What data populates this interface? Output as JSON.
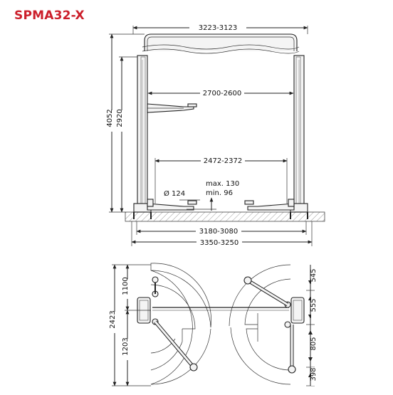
{
  "title": "SPMA32-X",
  "colors": {
    "title": "#cc1f2b",
    "lines": "#222222",
    "floor_hatch": "#9a9a9a"
  },
  "front_view": {
    "dimensions": {
      "overall_width_top": "3223-3123",
      "column_inner_width": "2700-2600",
      "arm_inner_width": "2472-2372",
      "base_width_inner": "3180-3080",
      "base_width_outer": "3350-3250",
      "overall_height": "4052",
      "column_height": "2920",
      "pad_diameter": "Ø 124",
      "pad_height_max": "max. 130",
      "pad_height_min": "min. 96"
    }
  },
  "top_view": {
    "dimensions": {
      "total_depth": "2423",
      "upper_depth": "1100",
      "lower_depth": "1203",
      "right_1": "545",
      "right_2": "555",
      "right_3": "805",
      "right_4": "398"
    }
  }
}
